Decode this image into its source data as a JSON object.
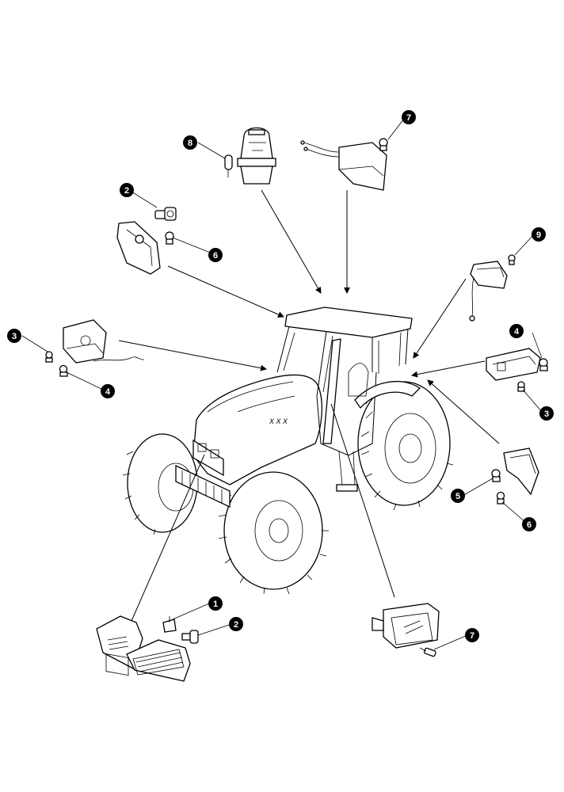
{
  "diagram": {
    "callouts": [
      "8",
      "7",
      "2",
      "6",
      "9",
      "3",
      "4",
      "4",
      "3",
      "5",
      "6",
      "1",
      "2",
      "7"
    ],
    "cab_badge": "X X X"
  },
  "colors": {
    "line": "#000000",
    "background": "#ffffff",
    "callout_fill": "#000000",
    "callout_text": "#ffffff"
  }
}
